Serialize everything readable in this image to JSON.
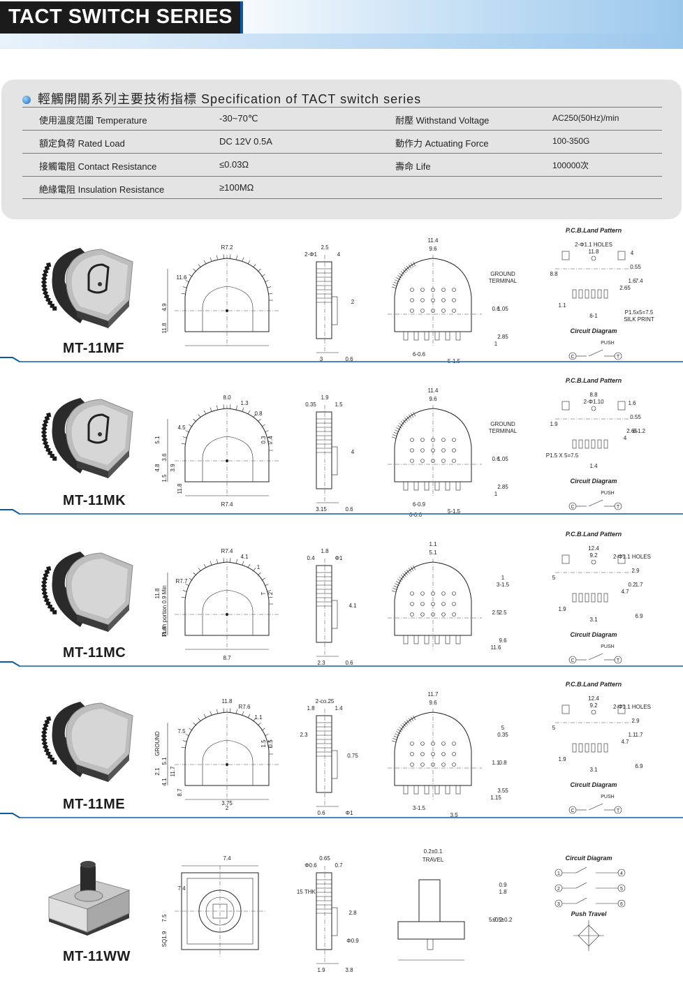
{
  "header": {
    "title": "TACT SWITCH SERIES"
  },
  "spec": {
    "heading": "輕觸開關系列主要技術指標 Specification of TACT switch series",
    "rows": [
      {
        "label1": "使用溫度范圍 Temperature",
        "value1": "-30~70℃",
        "label2": "耐壓 Withstand Voltage",
        "value2": "AC250(50Hz)/min"
      },
      {
        "label1": "額定負荷 Rated Load",
        "value1": "DC 12V 0.5A",
        "label2": "動作力 Actuating Force",
        "value2": "100-350G"
      },
      {
        "label1": "接觸電阻 Contact Resistance",
        "value1": "≤0.03Ω",
        "label2": "壽命 Life",
        "value2": "100000次"
      },
      {
        "label1": "絶緣電阻 Insulation Resistance",
        "value1": "≥100MΩ",
        "label2": "",
        "value2": ""
      }
    ]
  },
  "products": [
    {
      "name": "MT-11MF",
      "front": [
        "R7.2",
        "11.6",
        "4.9",
        "11.8"
      ],
      "side": [
        "2.5",
        "2-Φ1",
        "4",
        "2",
        "3",
        "0.6"
      ],
      "bottom": [
        "11.4",
        "9.6",
        "GROUND",
        "TERMINAL",
        "0.6",
        "1.05",
        "2.85",
        "1",
        "6-0.6",
        "5-1.5"
      ],
      "pcb": [
        "P.C.B.Land Pattern",
        "2-Φ1.1 HOLES",
        "11.8",
        "8.8",
        "4",
        "0.55",
        "1.6",
        "2.65",
        "7.4",
        "1.1",
        "6-1",
        "P1.5x5=7.5",
        "SILK PRINT"
      ],
      "circuit": [
        "Circuit Diagram",
        "PUSH",
        "C",
        "T"
      ]
    },
    {
      "name": "MT-11MK",
      "front": [
        "8.0",
        "4.5",
        "3.6",
        "1.5",
        "R7.4",
        "1.3",
        "0.8",
        "0.3",
        "7.4",
        "5.1",
        "4.8",
        "3.9",
        "11.8"
      ],
      "side": [
        "1.9",
        "0.35",
        "1.5",
        "4",
        "3.15",
        "0.6"
      ],
      "bottom": [
        "11.4",
        "9.6",
        "GROUND",
        "TERMINAL",
        "0.6",
        "1.05",
        "2.85",
        "1",
        "6-0.9",
        "5-1.5",
        "6-0.6"
      ],
      "pcb": [
        "P.C.B.Land Pattern",
        "8.8",
        "2-Φ1.10",
        "1.9",
        "1.6",
        "0.55",
        "2.65",
        "4",
        "6-1.2",
        "P1.5 X 5=7.5",
        "1.4"
      ],
      "circuit": [
        "Circuit Diagram",
        "PUSH",
        "C",
        "T"
      ]
    },
    {
      "name": "MT-11MC",
      "front": [
        "R7.4",
        "R7.7",
        "Push portion 0.9 Min",
        "11.8",
        "8.7",
        "4.1",
        "1",
        "T",
        "2",
        "11.8"
      ],
      "side": [
        "1.8",
        "0.4",
        "Φ1",
        "4.1",
        "2.3",
        "0.6"
      ],
      "bottom": [
        "1.1",
        "5.1",
        "1",
        "3-1.5",
        "2.5",
        "2.5",
        "9.6",
        "11.6"
      ],
      "pcb": [
        "P.C.B.Land Pattern",
        "12.4",
        "9.2",
        "5",
        "2-Φ1.1 HOLES",
        "2.9",
        "0.2",
        "4.7",
        "1.7",
        "1.9",
        "3.1",
        "6.9"
      ],
      "circuit": [
        "Circuit Diagram",
        "PUSH",
        "C",
        "T"
      ]
    },
    {
      "name": "MT-11ME",
      "front": [
        "11.8",
        "7.5",
        "5.1",
        "4.1",
        "2",
        "R7.6",
        "1.1",
        "1.5",
        "0.5",
        "GROUND",
        "2.1",
        "11.7",
        "8.7",
        "3.75"
      ],
      "side": [
        "2-co.25",
        "1.8",
        "1.4",
        "0.75",
        "0.6",
        "Φ1",
        "2.3"
      ],
      "bottom": [
        "11.7",
        "9.6",
        "5",
        "0.35",
        "1.1",
        "0.8",
        "3.55",
        "1.15",
        "3-1.5",
        "3.5"
      ],
      "pcb": [
        "P.C.B.Land Pattern",
        "12.4",
        "9.2",
        "5",
        "2-Φ1.1 HOLES",
        "2.9",
        "1.1",
        "4.7",
        "1.7",
        "1.9",
        "3.1",
        "6.9"
      ],
      "circuit": [
        "Circuit Diagram",
        "PUSH",
        "C",
        "T"
      ]
    },
    {
      "name": "MT-11WW",
      "front": [
        "7.4",
        "7.4",
        "7.5",
        "SQ1.9"
      ],
      "side": [
        "0.65",
        "Φ0.6",
        "0.7",
        "2.8",
        "1.9",
        "3.8",
        "0.15 THK",
        "Φ0.9"
      ],
      "bottom": [
        "0.2±0.1",
        "TRAVEL",
        "0.9",
        "1.8",
        "5±0.2",
        "7.5±0.2"
      ],
      "pcb": [
        "Circuit Diagram",
        "1",
        "2",
        "3",
        "4",
        "5",
        "6",
        "Push Travel"
      ],
      "circuit": []
    }
  ]
}
